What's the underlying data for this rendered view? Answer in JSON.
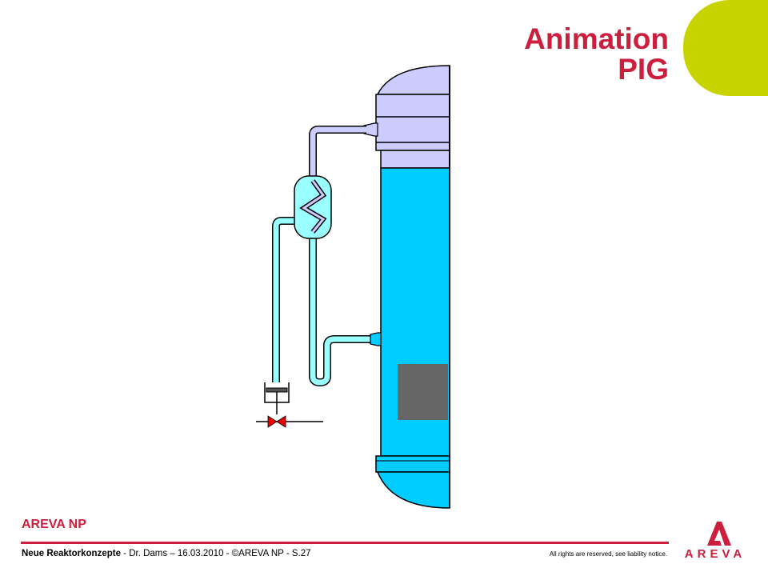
{
  "title": {
    "line1": "Animation",
    "line2": "PIG"
  },
  "company_label": "AREVA NP",
  "footer": {
    "bold": "Neue Reaktorkonzepte",
    "rest": " - Dr. Dams – 16.03.2010 - ©AREVA NP - S.27",
    "rights": "All rights are reserved, see liability notice."
  },
  "logo": {
    "word": "AREVA"
  },
  "colors": {
    "accent_red": "#cc1e3d",
    "lime": "#c8d400",
    "vessel_lavender": "#ccccff",
    "water_blue": "#00ccff",
    "condenser_cyan": "#99ffff",
    "pig_block_gray": "#666666"
  }
}
